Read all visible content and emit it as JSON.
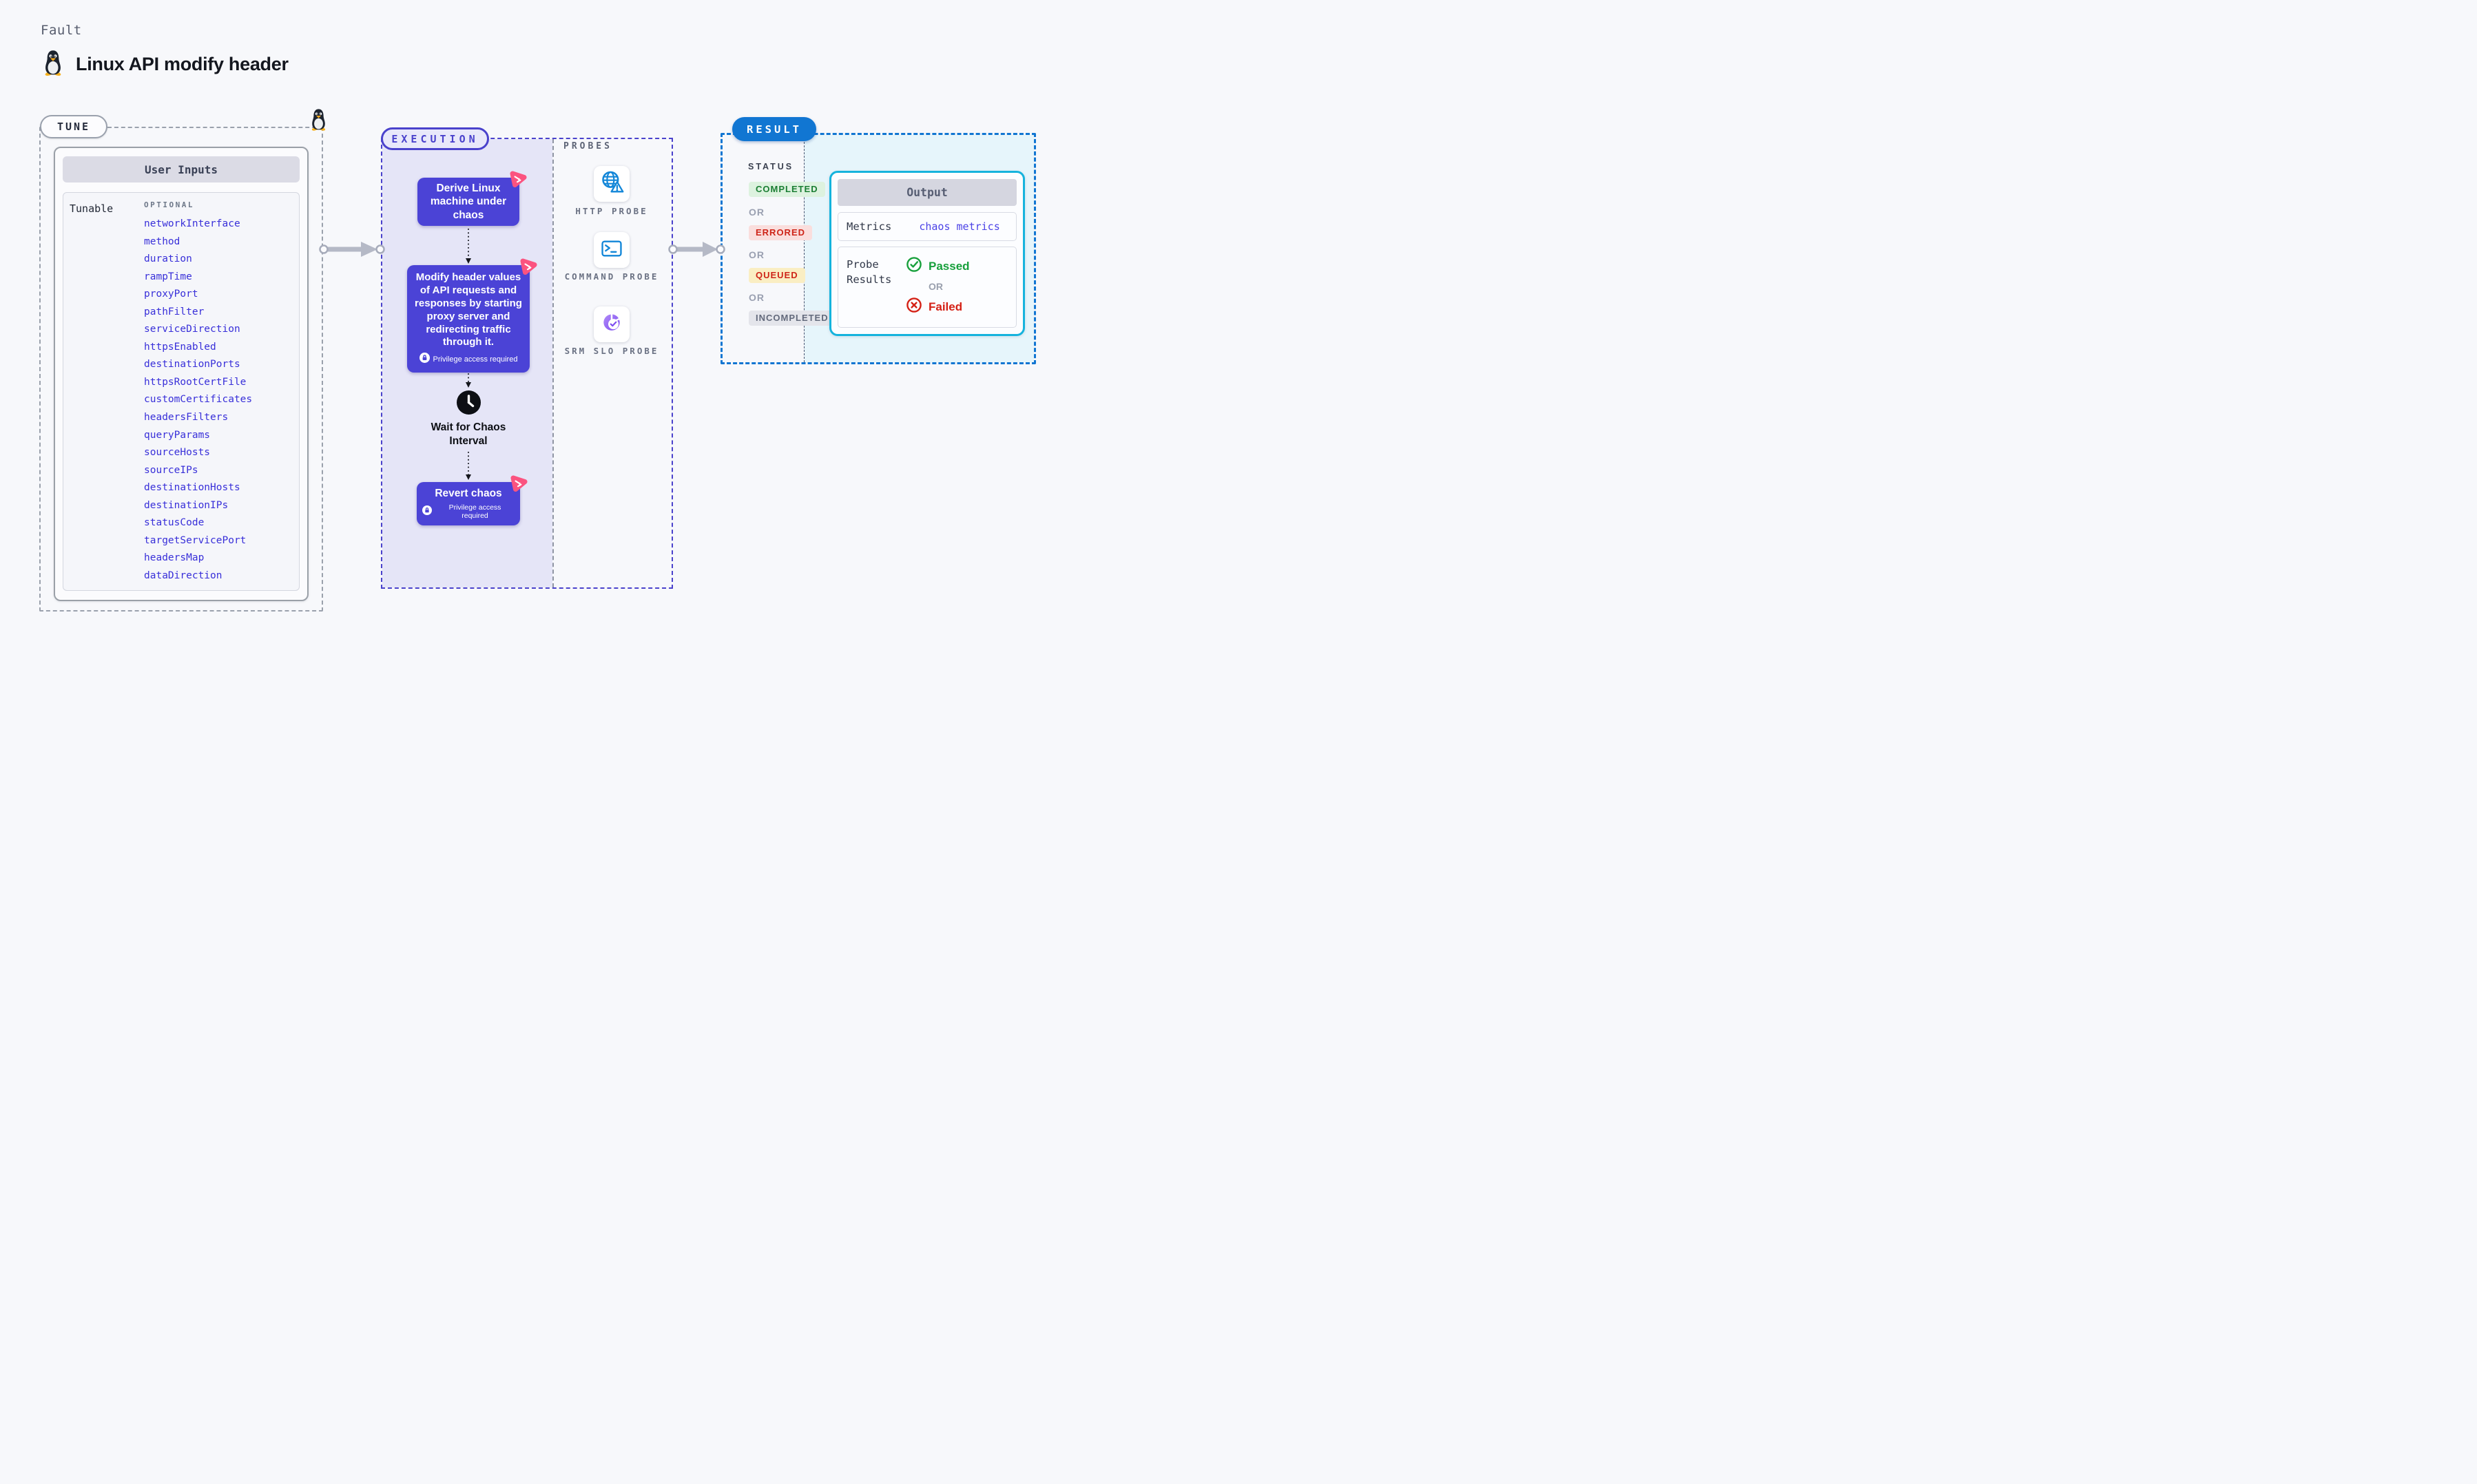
{
  "page": {
    "kicker": "Fault",
    "title": "Linux API modify header"
  },
  "tune": {
    "label": "TUNE",
    "table_title": "User Inputs",
    "row_label": "Tunable",
    "optional_label": "OPTIONAL",
    "tunables": [
      "networkInterface",
      "method",
      "duration",
      "rampTime",
      "proxyPort",
      "pathFilter",
      "serviceDirection",
      "httpsEnabled",
      "destinationPorts",
      "httpsRootCertFile",
      "customCertificates",
      "headersFilters",
      "queryParams",
      "sourceHosts",
      "sourceIPs",
      "destinationHosts",
      "destinationIPs",
      "statusCode",
      "targetServicePort",
      "headersMap",
      "dataDirection"
    ]
  },
  "execution": {
    "label": "EXECUTION",
    "derive_text": "Derive Linux machine under chaos",
    "modify_text": "Modify header values of API requests and responses by starting proxy server and redirecting traffic through it.",
    "privilege_text": "Privilege access required",
    "wait_text": "Wait for Chaos Interval",
    "revert_text": "Revert chaos"
  },
  "probes": {
    "label": "PROBES",
    "items": [
      {
        "name": "HTTP PROBE",
        "icon": "globe-warning-icon"
      },
      {
        "name": "COMMAND PROBE",
        "icon": "terminal-icon"
      },
      {
        "name": "SRM SLO PROBE",
        "icon": "slo-donut-icon"
      }
    ]
  },
  "result": {
    "label": "RESULT",
    "status_label": "STATUS",
    "statuses": [
      {
        "or": "",
        "text": "COMPLETED",
        "type": "completed"
      },
      {
        "or": "OR",
        "text": "ERRORED",
        "type": "errored"
      },
      {
        "or": "OR",
        "text": "QUEUED",
        "type": "queued"
      },
      {
        "or": "OR",
        "text": "INCOMPLETED",
        "type": "incompleted"
      }
    ],
    "output": {
      "title": "Output",
      "metrics_label": "Metrics",
      "metrics_value": "chaos metrics",
      "probe_results_label": "Probe Results",
      "passed_label": "Passed",
      "or_label": "OR",
      "failed_label": "Failed"
    }
  },
  "colors": {
    "accent_indigo": "#4a42cc",
    "node_indigo": "#4b43d6",
    "result_blue": "#1176d2",
    "output_cyan": "#15b3dd",
    "probe_blue": "#1286d8",
    "chaos_pink": "#fb5380",
    "passed_green": "#18a03c",
    "failed_red": "#d42015",
    "tunable_blue": "#382fd9"
  }
}
